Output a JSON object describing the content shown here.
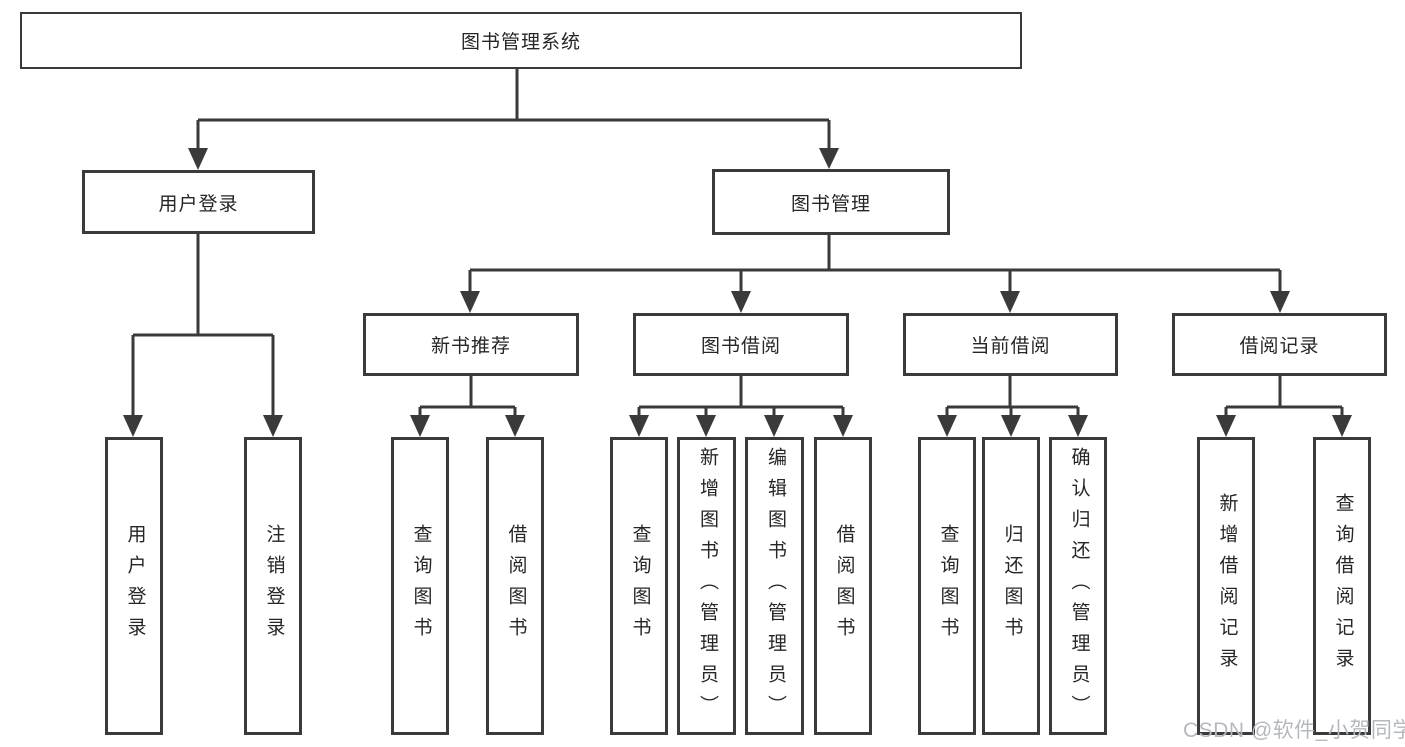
{
  "diagram": {
    "title": "图书管理系统",
    "watermark": "CSDN @软件_小贺同学",
    "colors": {
      "line": "#3a3a3a",
      "text": "#262626",
      "background": "#ffffff",
      "watermark": "#b5b9bf"
    },
    "tree": {
      "root": {
        "label": "图书管理系统"
      },
      "branches": [
        {
          "label": "用户登录",
          "children": [
            {
              "label": "用户登录"
            },
            {
              "label": "注销登录"
            }
          ]
        },
        {
          "label": "图书管理",
          "children": [
            {
              "label": "新书推荐",
              "children": [
                {
                  "label": "查询图书"
                },
                {
                  "label": "借阅图书"
                }
              ]
            },
            {
              "label": "图书借阅",
              "children": [
                {
                  "label": "查询图书"
                },
                {
                  "label": "新增图书（管理员）"
                },
                {
                  "label": "编辑图书（管理员）"
                },
                {
                  "label": "借阅图书"
                }
              ]
            },
            {
              "label": "当前借阅",
              "children": [
                {
                  "label": "查询图书"
                },
                {
                  "label": "归还图书"
                },
                {
                  "label": "确认归还（管理员）"
                }
              ]
            },
            {
              "label": "借阅记录",
              "children": [
                {
                  "label": "新增借阅记录"
                },
                {
                  "label": "查询借阅记录"
                }
              ]
            }
          ]
        }
      ]
    }
  }
}
